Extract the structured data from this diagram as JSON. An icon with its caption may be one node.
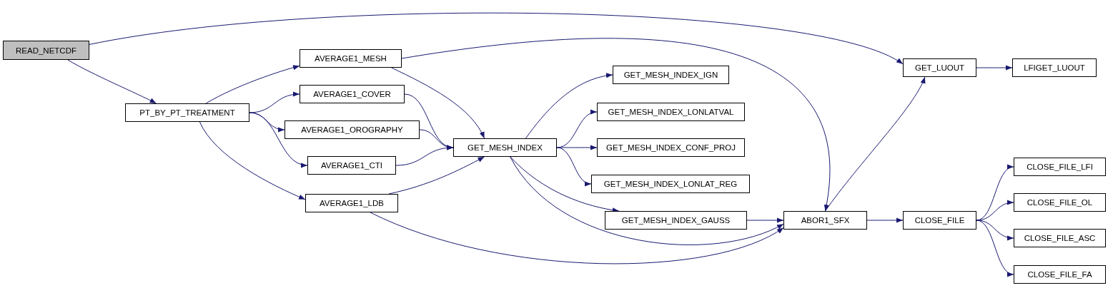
{
  "diagram": {
    "nodes": [
      {
        "text": [
          "READ_NETCDF"
        ]
      },
      {
        "text": [
          "PT_BY_PT_TREATMENT"
        ]
      },
      {
        "text": [
          "AVERAGE1_MESH"
        ]
      },
      {
        "text": [
          "AVERAGE1_COVER"
        ]
      },
      {
        "text": [
          "AVERAGE1_OROGRAPHY"
        ]
      },
      {
        "text": [
          "AVERAGE1_CTI"
        ]
      },
      {
        "text": [
          "AVERAGE1_LDB"
        ]
      },
      {
        "text": [
          "GET_MESH_INDEX"
        ]
      },
      {
        "text": [
          "GET_MESH_INDEX_IGN"
        ]
      },
      {
        "text": [
          "GET_MESH_INDEX_LONLATVAL"
        ]
      },
      {
        "text": [
          "GET_MESH_INDEX_CONF_PROJ"
        ]
      },
      {
        "text": [
          "GET_MESH_INDEX_LONLAT_REG"
        ]
      },
      {
        "text": [
          "GET_MESH_INDEX_GAUSS"
        ]
      },
      {
        "text": [
          "ABOR1_SFX"
        ]
      },
      {
        "text": [
          "GET_LUOUT"
        ]
      },
      {
        "text": [
          "LFIGET_LUOUT"
        ]
      },
      {
        "text": [
          "CLOSE_FILE"
        ]
      },
      {
        "text": [
          "CLOSE_FILE_LFI"
        ]
      },
      {
        "text": [
          "CLOSE_FILE_OL"
        ]
      },
      {
        "text": [
          "CLOSE_FILE_ASC"
        ]
      },
      {
        "text": [
          "CLOSE_FILE_FA"
        ]
      }
    ],
    "edges": [
      {
        "from": 0,
        "to": 14,
        "arrow": "to"
      },
      {
        "from": 0,
        "to": 1,
        "arrow": "to"
      },
      {
        "from": 1,
        "to": 2,
        "arrow": "to"
      },
      {
        "from": 1,
        "to": 3,
        "arrow": "to"
      },
      {
        "from": 1,
        "to": 4,
        "arrow": "to"
      },
      {
        "from": 1,
        "to": 5,
        "arrow": "to"
      },
      {
        "from": 1,
        "to": 6,
        "arrow": "to"
      },
      {
        "from": 2,
        "to": 13,
        "arrow": "to"
      },
      {
        "from": 2,
        "to": 7,
        "arrow": "to"
      },
      {
        "from": 3,
        "to": 7,
        "arrow": "to"
      },
      {
        "from": 4,
        "to": 7,
        "arrow": "to"
      },
      {
        "from": 5,
        "to": 7,
        "arrow": "to"
      },
      {
        "from": 6,
        "to": 7,
        "arrow": "to"
      },
      {
        "from": 6,
        "to": 13,
        "arrow": "to"
      },
      {
        "from": 7,
        "to": 8,
        "arrow": "to"
      },
      {
        "from": 7,
        "to": 9,
        "arrow": "to"
      },
      {
        "from": 7,
        "to": 10,
        "arrow": "to"
      },
      {
        "from": 7,
        "to": 11,
        "arrow": "to"
      },
      {
        "from": 7,
        "to": 12,
        "arrow": "to"
      },
      {
        "from": 7,
        "to": 13,
        "arrow": "to"
      },
      {
        "from": 12,
        "to": 13,
        "arrow": "to"
      },
      {
        "from": 13,
        "to": 14,
        "arrow": "to"
      },
      {
        "from": 13,
        "to": 16,
        "arrow": "to"
      },
      {
        "from": 14,
        "to": 15,
        "arrow": "to"
      },
      {
        "from": 16,
        "to": 17,
        "arrow": "to"
      },
      {
        "from": 16,
        "to": 18,
        "arrow": "to"
      },
      {
        "from": 16,
        "to": 19,
        "arrow": "to"
      },
      {
        "from": 16,
        "to": 20,
        "arrow": "to"
      }
    ]
  }
}
